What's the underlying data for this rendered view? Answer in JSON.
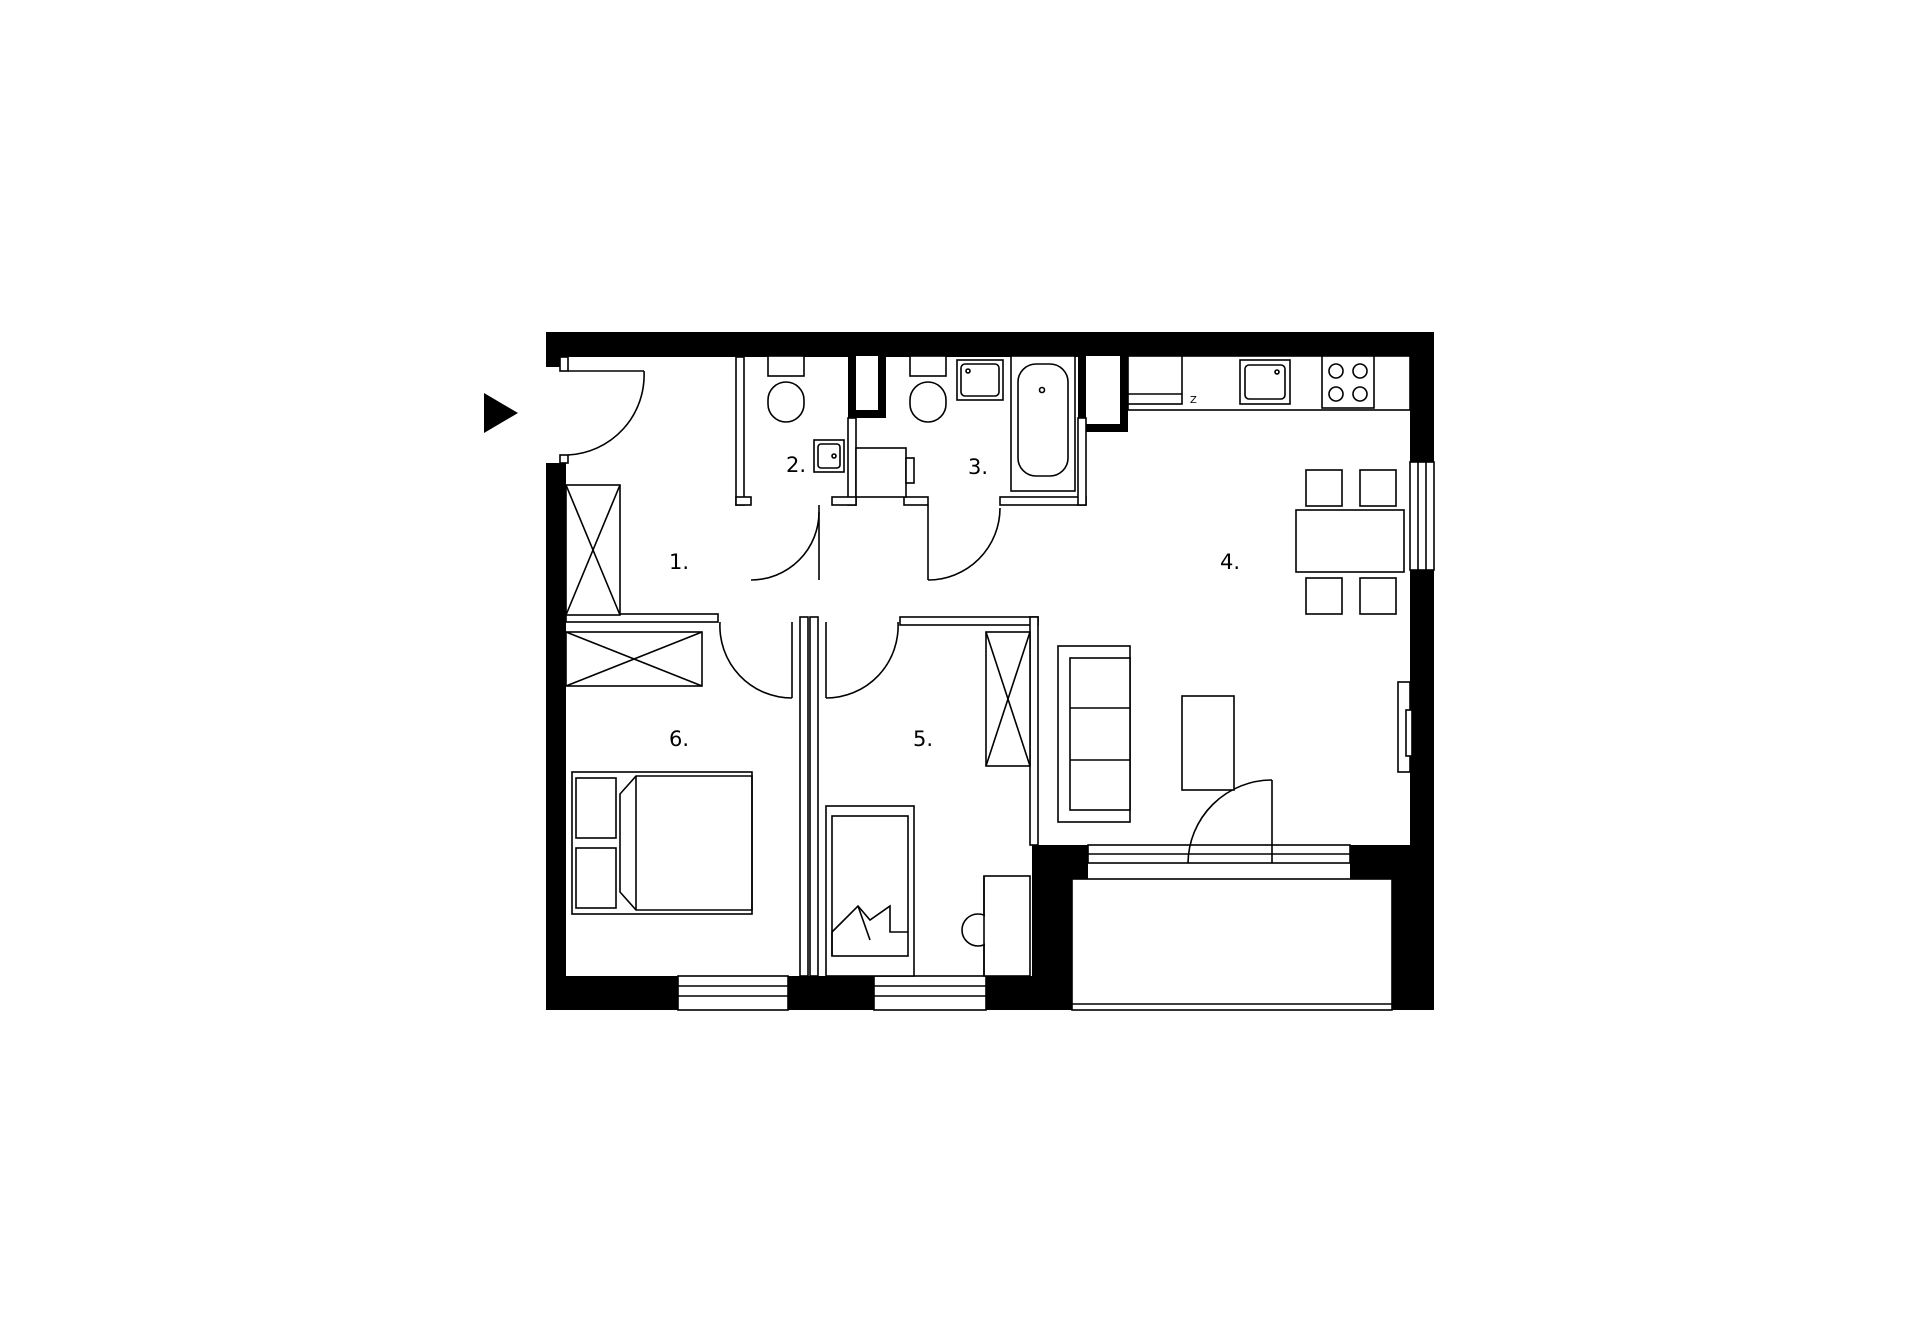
{
  "rooms": [
    {
      "id": "1",
      "label": "1."
    },
    {
      "id": "2",
      "label": "2."
    },
    {
      "id": "3",
      "label": "3."
    },
    {
      "id": "4",
      "label": "4."
    },
    {
      "id": "5",
      "label": "5."
    },
    {
      "id": "6",
      "label": "6."
    }
  ],
  "kitchen_marker": "Z",
  "colors": {
    "wall": "#000000",
    "background": "#ffffff"
  },
  "icons": {
    "entrance": "entrance-arrow-icon"
  }
}
